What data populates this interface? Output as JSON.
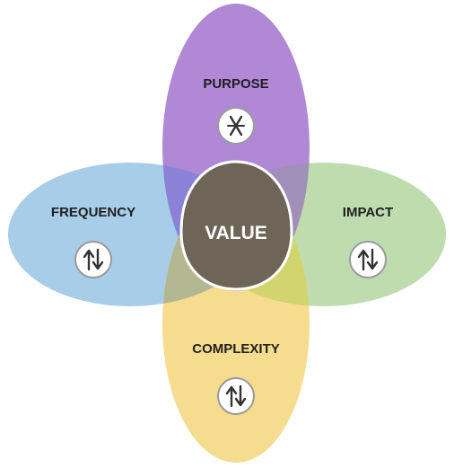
{
  "center": {
    "label": "VALUE",
    "color": "#6f6458"
  },
  "petals": [
    {
      "id": "purpose",
      "label": "PURPOSE",
      "color": "#b088d6",
      "icon": "strikethrough-x-icon"
    },
    {
      "id": "frequency",
      "label": "FREQUENCY",
      "color": "#a8cde9",
      "icon": "up-down-arrows-icon"
    },
    {
      "id": "impact",
      "label": "IMPACT",
      "color": "#bfdcaf",
      "icon": "up-down-arrows-icon"
    },
    {
      "id": "complexity",
      "label": "COMPLEXITY",
      "color": "#f6dc8e",
      "icon": "up-down-arrows-icon"
    }
  ],
  "overlaps": {
    "frequency_purpose": "#8b82d8",
    "purpose_impact": "#a08fb8",
    "frequency_complexity": "#b3b893",
    "impact_complexity": "#d2d56e"
  }
}
